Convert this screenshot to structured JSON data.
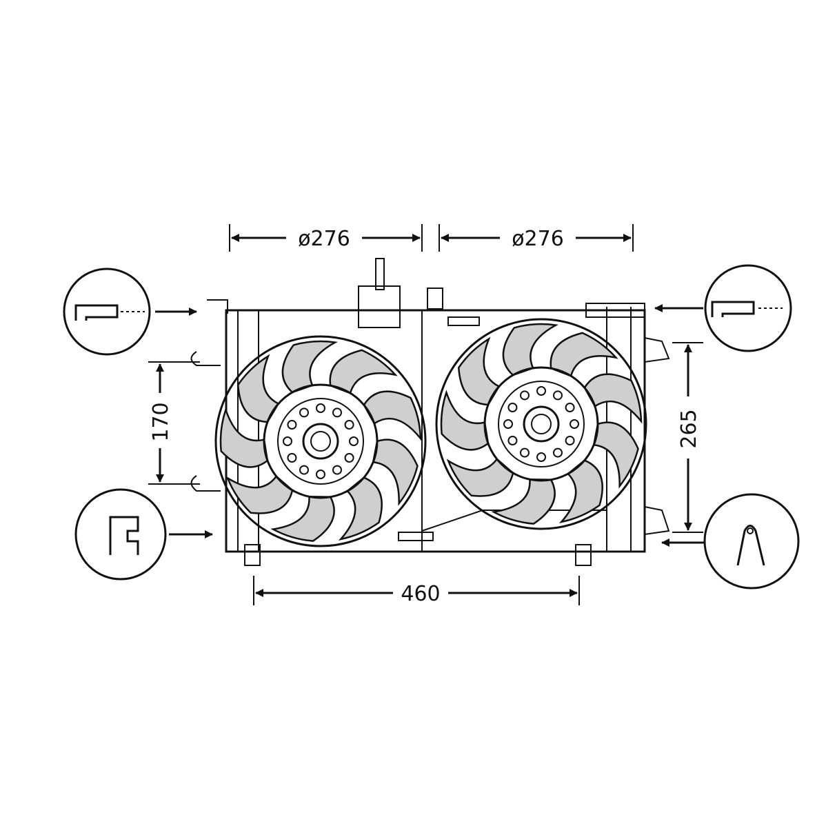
{
  "diagram": {
    "dimensions": {
      "left_fan_diameter": "ø276",
      "right_fan_diameter": "ø276",
      "left_height": "170",
      "right_height": "265",
      "width": "460"
    },
    "colors": {
      "line": "#111111",
      "blade_fill": "#cfcfcf",
      "background": "#ffffff"
    },
    "fan_count": 2,
    "blades_per_fan": 9,
    "connector_icons": [
      "pipe-connector-icon",
      "pipe-connector-icon",
      "bracket-mount-icon",
      "lug-mount-icon"
    ]
  }
}
